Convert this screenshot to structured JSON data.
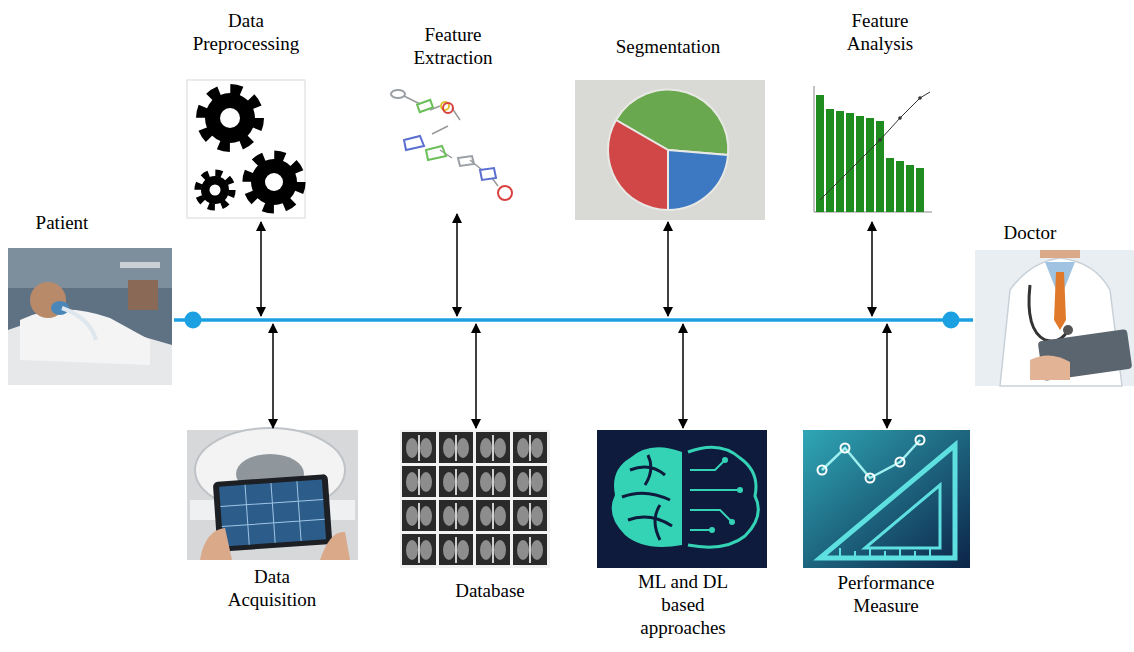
{
  "diagram": {
    "nodes": [
      {
        "text": [
          "Patient"
        ]
      },
      {
        "text": [
          "Data Preprocessing"
        ]
      },
      {
        "text": [
          "Feature Extraction"
        ]
      },
      {
        "text": [
          "Segmentation"
        ]
      },
      {
        "text": [
          "Feature Analysis"
        ]
      },
      {
        "text": [
          "Doctor"
        ]
      },
      {
        "text": [
          "Data Acquisition"
        ]
      },
      {
        "text": [
          "Database"
        ]
      },
      {
        "text": [
          "ML and DL based approaches"
        ]
      },
      {
        "text": [
          "Performance Measure"
        ]
      }
    ],
    "edges": [
      {
        "from": 0,
        "to": 5,
        "arrow": "none"
      }
    ]
  }
}
